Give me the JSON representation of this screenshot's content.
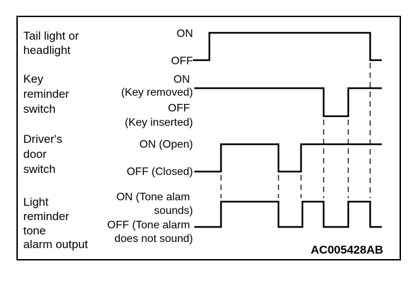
{
  "figure_code": "AC005428AB",
  "rows": [
    {
      "id": "tail",
      "label_lines": [
        "Tail light or",
        "headlight"
      ],
      "on_state_lines": [
        "ON"
      ],
      "off_state_lines": [
        "OFF"
      ]
    },
    {
      "id": "key",
      "label_lines": [
        "Key",
        "reminder",
        "switch"
      ],
      "on_state_lines": [
        "ON",
        "(Key removed)"
      ],
      "off_state_lines": [
        "OFF",
        "(Key inserted)"
      ]
    },
    {
      "id": "door",
      "label_lines": [
        "Driver's",
        "door",
        "switch"
      ],
      "on_state_lines": [
        "ON (Open)"
      ],
      "off_state_lines": [
        "OFF (Closed)"
      ]
    },
    {
      "id": "tone",
      "label_lines": [
        "Light",
        "reminder",
        "tone",
        "alarm output"
      ],
      "on_state_lines": [
        "ON (Tone alam",
        "sounds)"
      ],
      "off_state_lines": [
        "OFF (Tone alarm",
        "does not sound)"
      ]
    }
  ],
  "colors": {
    "line": "#000000",
    "background": "#ffffff"
  }
}
